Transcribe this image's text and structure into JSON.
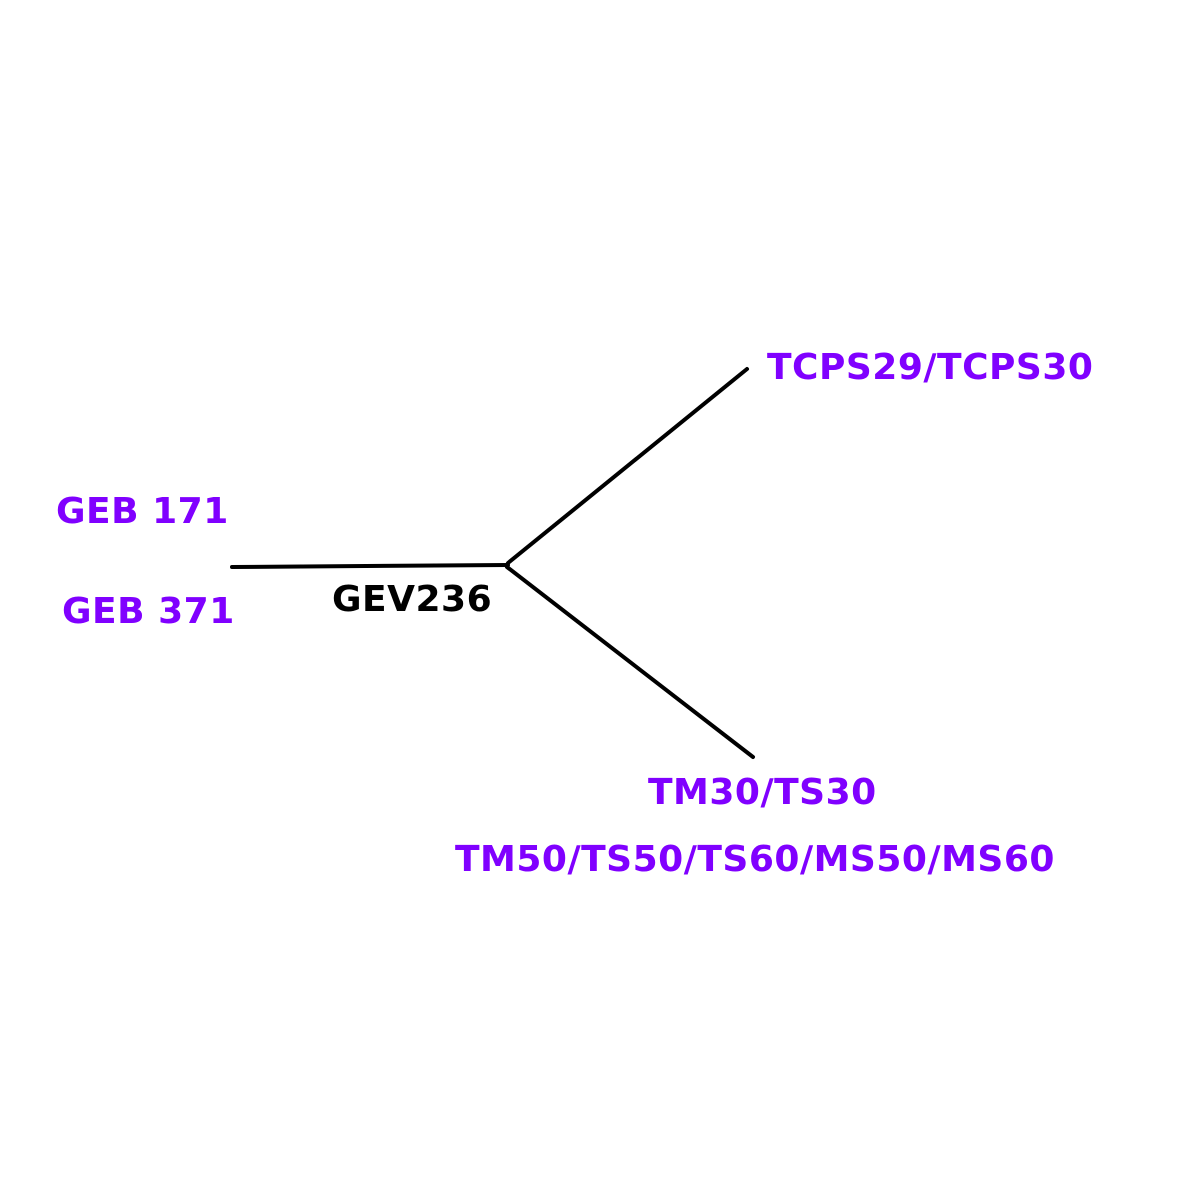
{
  "diagram": {
    "colors": {
      "label_purple": "#8000ff",
      "label_black": "#000000",
      "line": "#000000",
      "background": "#ffffff"
    },
    "nodes": {
      "left_top": "GEB 171",
      "left_bottom": "GEB 371",
      "center": "GEV236",
      "upper_right": "TCPS29/TCPS30",
      "lower_right_1": "TM30/TS30",
      "lower_right_2": "TM50/TS50/TS60/MS50/MS60"
    }
  }
}
